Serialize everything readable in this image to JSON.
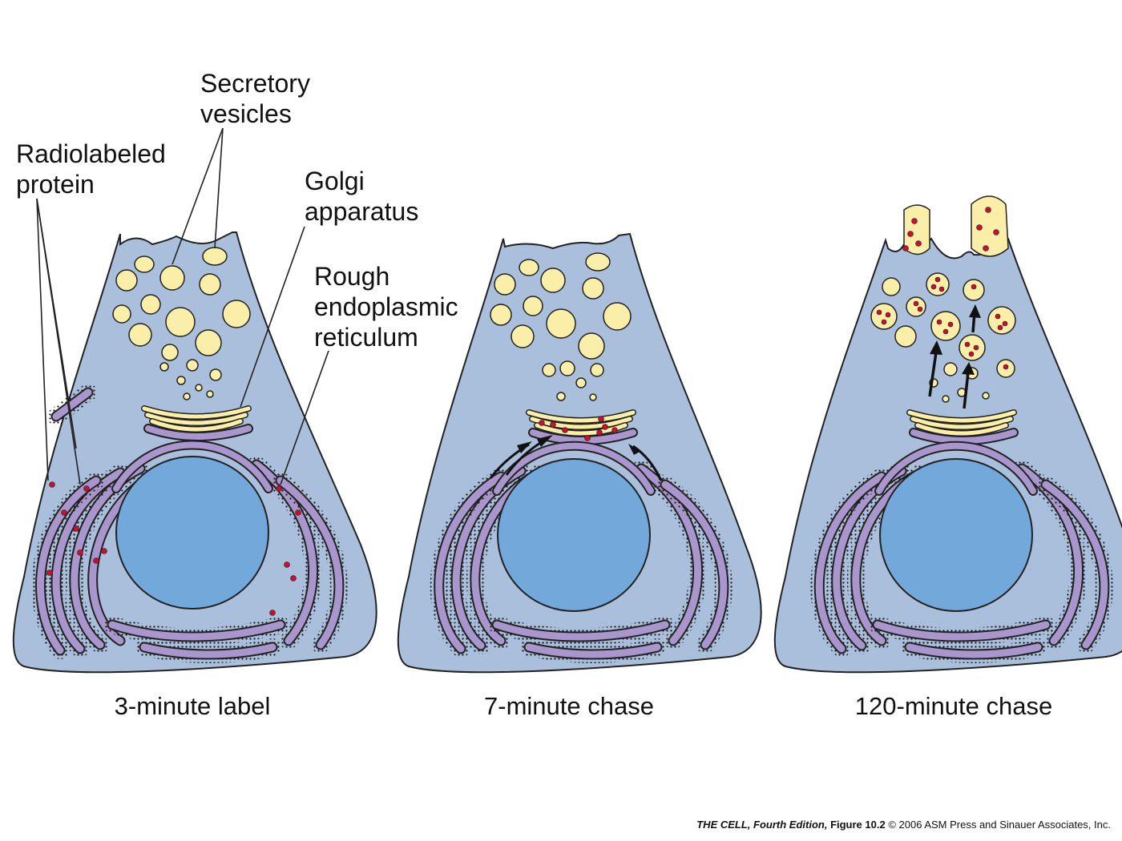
{
  "labels": {
    "secretory_vesicles": [
      "Secretory",
      "vesicles"
    ],
    "radiolabeled_protein": [
      "Radiolabeled",
      "protein"
    ],
    "golgi_apparatus": [
      "Golgi",
      "apparatus"
    ],
    "rough_er": [
      "Rough",
      "endoplasmic",
      "reticulum"
    ]
  },
  "panels": [
    {
      "caption": "3-minute label"
    },
    {
      "caption": "7-minute chase"
    },
    {
      "caption": "120-minute chase"
    }
  ],
  "credit": {
    "book_title": "THE CELL,",
    "edition": " Fourth Edition,",
    "figure": " Figure 10.2",
    "copyright": "  © 2006 ASM Press and Sinauer Associates, Inc."
  },
  "colors": {
    "cytoplasm": "#a9bfdc",
    "nucleus": "#72a8da",
    "er_membrane": "#a996cc",
    "vesicle": "#fbeea8",
    "radiolabel": "#c8102e",
    "outline": "#222222"
  }
}
